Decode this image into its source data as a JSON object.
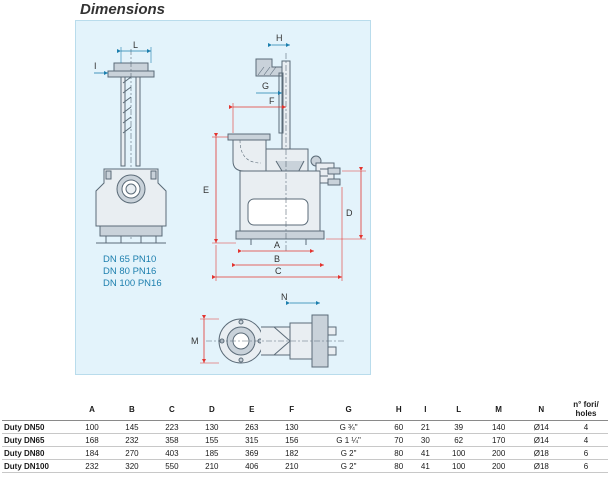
{
  "title": "Dimensions",
  "diagram": {
    "flange_labels": [
      "DN 65 PN10",
      "DN 80 PN16",
      "DN 100 PN16"
    ],
    "dimension_labels": {
      "L": "L",
      "H": "H",
      "I": "I",
      "G": "G",
      "F": "F",
      "E": "E",
      "D": "D",
      "A": "A",
      "B": "B",
      "C": "C",
      "N": "N",
      "M": "M"
    },
    "colors": {
      "panel_background": "#e3f3fb",
      "line": "#5b6b78",
      "dimension_red": "#e3342f",
      "dimension_blue": "#1d7fae",
      "part_fill": "#c9d2da"
    }
  },
  "table": {
    "columns": [
      "",
      "A",
      "B",
      "C",
      "D",
      "E",
      "F",
      "G",
      "H",
      "I",
      "L",
      "M",
      "N",
      "n° fori/|holes"
    ],
    "rows": [
      [
        "Duty DN50",
        "100",
        "145",
        "223",
        "130",
        "263",
        "130",
        "G ¾\"",
        "60",
        "21",
        "39",
        "140",
        "Ø14",
        "4"
      ],
      [
        "Duty DN65",
        "168",
        "232",
        "358",
        "155",
        "315",
        "156",
        "G 1 ¼\"",
        "70",
        "30",
        "62",
        "170",
        "Ø14",
        "4"
      ],
      [
        "Duty DN80",
        "184",
        "270",
        "403",
        "185",
        "369",
        "182",
        "G 2\"",
        "80",
        "41",
        "100",
        "200",
        "Ø18",
        "6"
      ],
      [
        "Duty DN100",
        "232",
        "320",
        "550",
        "210",
        "406",
        "210",
        "G 2\"",
        "80",
        "41",
        "100",
        "200",
        "Ø18",
        "6"
      ]
    ]
  }
}
